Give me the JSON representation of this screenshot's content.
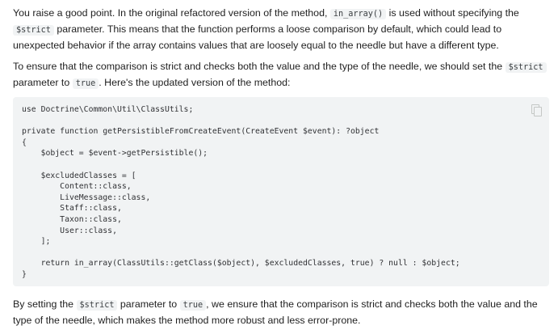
{
  "response": {
    "p1": {
      "t1": "You raise a good point. In the original refactored version of the method, ",
      "c1": "in_array()",
      "t2": " is used without specifying the ",
      "c2": "$strict",
      "t3": " parameter. This means that the function performs a loose comparison by default, which could lead to unexpected behavior if the array contains values that are loosely equal to the needle but have a different type."
    },
    "p2": {
      "t1": "To ensure that the comparison is strict and checks both the value and the type of the needle, we should set the ",
      "c1": "$strict",
      "t2": " parameter to ",
      "c2": "true",
      "t3": ". Here's the updated version of the method:"
    },
    "code_block": {
      "lines": [
        "use Doctrine\\Common\\Util\\ClassUtils;",
        "",
        "private function getPersistibleFromCreateEvent(CreateEvent $event): ?object",
        "{",
        "    $object = $event->getPersistible();",
        "",
        "    $excludedClasses = [",
        "        Content::class,",
        "        LiveMessage::class,",
        "        Staff::class,",
        "        Taxon::class,",
        "        User::class,",
        "    ];",
        "",
        "    return in_array(ClassUtils::getClass($object), $excludedClasses, true) ? null : $object;",
        "}"
      ]
    },
    "p3": {
      "t1": "By setting the ",
      "c1": "$strict",
      "t2": " parameter to ",
      "c2": "true",
      "t3": ", we ensure that the comparison is strict and checks both the value and the type of the needle, which makes the method more robust and less error-prone."
    },
    "icons": {
      "copy": "copy-icon"
    },
    "colors": {
      "code_background": "#f1f3f4",
      "text": "#1f1f1f"
    }
  }
}
